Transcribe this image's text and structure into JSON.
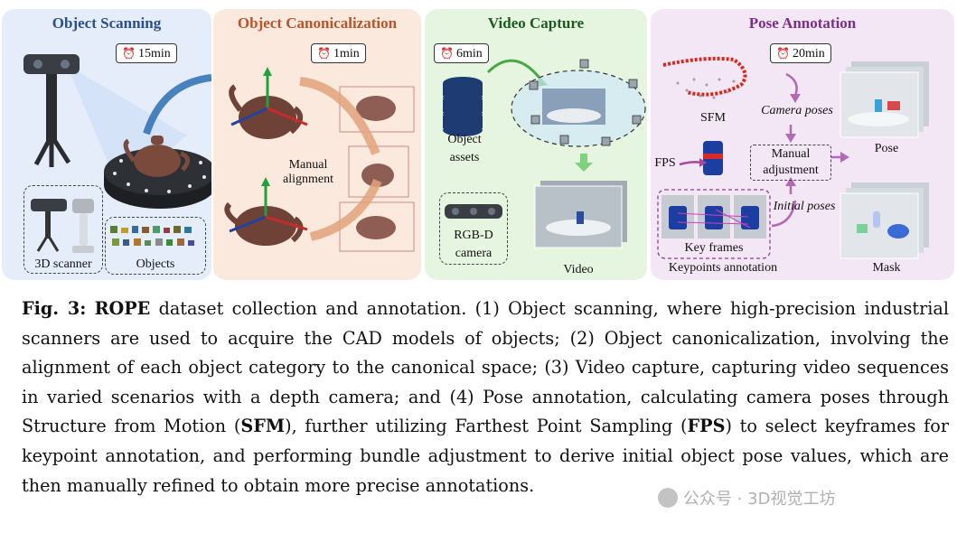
{
  "panels": {
    "scan": {
      "title": "Object Scanning",
      "timer": "15min",
      "scanner_label": "3D scanner",
      "objects_label": "Objects"
    },
    "canon": {
      "title": "Object Canonicalization",
      "timer": "1min",
      "manual_line1": "Manual",
      "manual_line2": "alignment"
    },
    "video": {
      "title": "Video Capture",
      "timer": "6min",
      "assets_line1": "Object",
      "assets_line2": "assets",
      "camera_line1": "RGB-D",
      "camera_line2": "camera",
      "video_label": "Video"
    },
    "pose": {
      "title": "Pose Annotation",
      "timer": "20min",
      "sfm": "SFM",
      "fps": "FPS",
      "camera_poses": "Camera poses",
      "manual_line1": "Manual",
      "manual_line2": "adjustment",
      "initial_poses": "Initial poses",
      "key_frames": "Key frames",
      "keypoints": "Keypoints annotation",
      "pose_label": "Pose",
      "mask_label": "Mask"
    }
  },
  "caption": {
    "fig": "Fig. 3:",
    "name": "ROPE",
    "p1": " dataset collection and annotation. (1) Object scanning, where high-precision industrial scanners are used to acquire the CAD models of objects; (2) Object canonicalization, involving the alignment of each object category to the canonical space; (3) Video capture, capturing video sequences in varied scenarios with a depth camera; and (4) Pose annotation, calculating camera poses through Structure from Motion (",
    "sfm": "SFM",
    "p2": "), further utilizing Farthest Point Sampling (",
    "fps": "FPS",
    "p3": ") to select keyframes for keypoint annotation, and performing bundle adjustment to derive initial object pose values, which are then manually refined to obtain more precise annotations."
  },
  "watermark": "公众号 · 3D视觉工坊",
  "icons": {
    "timer": "alarm-clock-icon"
  },
  "colors": {
    "scan_bg": "#e4edf9",
    "canon_bg": "#fbe9dd",
    "video_bg": "#e6f5e0",
    "pose_bg": "#f3e6f5"
  }
}
